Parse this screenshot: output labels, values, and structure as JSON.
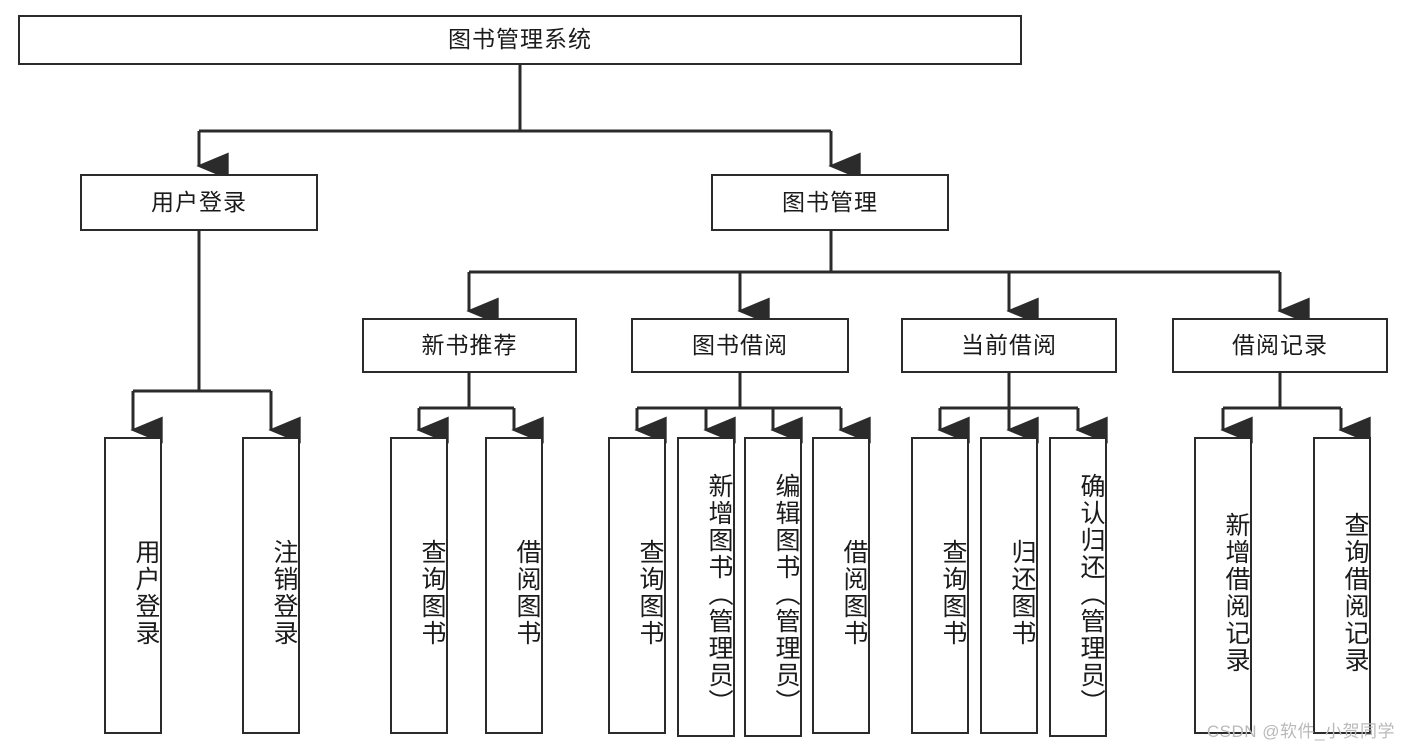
{
  "diagram": {
    "title": "图书管理系统",
    "type": "hierarchy-tree",
    "watermark": "CSDN @软件_小贺同学",
    "colors": {
      "stroke": "#2b2b2b",
      "fill": "#ffffff",
      "text": "#1b1b1b",
      "watermark": "#b9b9b9"
    },
    "nodes": {
      "root": {
        "label": "图书管理系统"
      },
      "level2": [
        {
          "id": "user-login",
          "label": "用户登录"
        },
        {
          "id": "book-manage",
          "label": "图书管理"
        }
      ],
      "level3": [
        {
          "id": "new-book-recommend",
          "label": "新书推荐"
        },
        {
          "id": "book-borrow",
          "label": "图书借阅"
        },
        {
          "id": "current-borrow",
          "label": "当前借阅"
        },
        {
          "id": "borrow-record",
          "label": "借阅记录"
        }
      ],
      "leaves": {
        "user-login": [
          {
            "id": "leaf-user-login",
            "label": "用户登录"
          },
          {
            "id": "leaf-logout",
            "label": "注销登录"
          }
        ],
        "new-book-recommend": [
          {
            "id": "leaf-query-book-1",
            "label": "查询图书"
          },
          {
            "id": "leaf-borrow-book-1",
            "label": "借阅图书"
          }
        ],
        "book-borrow": [
          {
            "id": "leaf-query-book-2",
            "label": "查询图书"
          },
          {
            "id": "leaf-add-book",
            "label": "新增图书（管理员）"
          },
          {
            "id": "leaf-edit-book",
            "label": "编辑图书（管理员）"
          },
          {
            "id": "leaf-borrow-book-2",
            "label": "借阅图书"
          }
        ],
        "current-borrow": [
          {
            "id": "leaf-query-book-3",
            "label": "查询图书"
          },
          {
            "id": "leaf-return-book",
            "label": "归还图书"
          },
          {
            "id": "leaf-confirm-return",
            "label": "确认归还（管理员）"
          }
        ],
        "borrow-record": [
          {
            "id": "leaf-add-record",
            "label": "新增借阅记录"
          },
          {
            "id": "leaf-query-record",
            "label": "查询借阅记录"
          }
        ]
      }
    }
  }
}
